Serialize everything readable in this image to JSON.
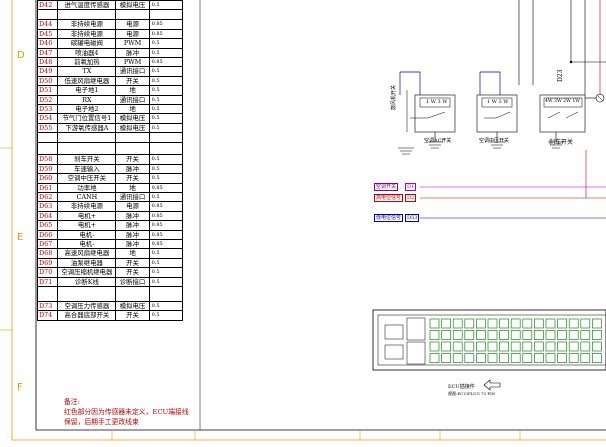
{
  "table": {
    "rows": [
      {
        "id": "D42",
        "name": "进气温度传感器",
        "type": "模拟电压",
        "val": "0.5"
      },
      {
        "spacer": true,
        "cls": "sp"
      },
      {
        "id": "D44",
        "name": "非持续电源",
        "type": "电源",
        "val": "0.85"
      },
      {
        "id": "D45",
        "name": "非持续电源",
        "type": "电源",
        "val": "0.85"
      },
      {
        "id": "D46",
        "name": "碳罐电磁阀",
        "type": "PWM",
        "val": "0.5"
      },
      {
        "id": "D47",
        "name": "喷油器4",
        "type": "脉冲",
        "val": "0.5"
      },
      {
        "id": "D48",
        "name": "前氧加热",
        "type": "PWM",
        "val": "0.85"
      },
      {
        "id": "D49",
        "name": "TX",
        "type": "通讯接口",
        "val": "0.5"
      },
      {
        "id": "D50",
        "name": "低速风扇继电器",
        "type": "开关",
        "val": "0.5"
      },
      {
        "id": "D51",
        "name": "电子地1",
        "type": "地",
        "val": "0.5"
      },
      {
        "id": "D52",
        "name": "RX",
        "type": "通讯接口",
        "val": "0.5"
      },
      {
        "id": "D53",
        "name": "电子地2",
        "type": "地",
        "val": "0.5"
      },
      {
        "id": "D54",
        "name": "节气门位置信号1",
        "type": "模拟电压",
        "val": "0.5"
      },
      {
        "id": "D55",
        "name": "下游氧传感器A",
        "type": "模拟电压",
        "val": "0.5"
      },
      {
        "spacer": true,
        "cls": "sp"
      },
      {
        "spacer": true,
        "cls": "sp2"
      },
      {
        "id": "D58",
        "name": "刹车开关",
        "type": "开关",
        "val": "0.5"
      },
      {
        "id": "D59",
        "name": "车速输入",
        "type": "脉冲",
        "val": "0.5"
      },
      {
        "id": "D60",
        "name": "空调中压开关",
        "type": "开关",
        "val": "0.5"
      },
      {
        "id": "D61",
        "name": "功率地",
        "type": "地",
        "val": "0.85"
      },
      {
        "id": "D62",
        "name": "CANH",
        "type": "通讯接口",
        "val": "0.5"
      },
      {
        "id": "D63",
        "name": "非持续电源",
        "type": "电源",
        "val": "0.85"
      },
      {
        "id": "D64",
        "name": "电机+",
        "type": "脉冲",
        "val": "0.85"
      },
      {
        "id": "D65",
        "name": "电机+",
        "type": "脉冲",
        "val": "0.85"
      },
      {
        "id": "D66",
        "name": "电机-",
        "type": "脉冲",
        "val": "0.85"
      },
      {
        "id": "D67",
        "name": "电机-",
        "type": "脉冲",
        "val": "0.85"
      },
      {
        "id": "D68",
        "name": "高速风扇继电器",
        "type": "地",
        "val": "0.5"
      },
      {
        "id": "D69",
        "name": "油泵继电器",
        "type": "开关",
        "val": "0.5"
      },
      {
        "id": "D70",
        "name": "空调压缩机继电器",
        "type": "开关",
        "val": "0.5"
      },
      {
        "id": "D71",
        "name": "诊断K线",
        "type": "诊断接口",
        "val": "0.5"
      },
      {
        "spacer": true,
        "cls": "sp3"
      },
      {
        "id": "D73",
        "name": "空调压力传感器",
        "type": "模拟电压",
        "val": "0.5"
      },
      {
        "id": "D74",
        "name": "高合器底部开关",
        "type": "开关",
        "val": "0.5"
      }
    ]
  },
  "notes": {
    "title": "备注:",
    "body": "红色部分因为传感器未定义，ECU端接线保留，后期手工更改线束"
  },
  "zones": {
    "d": "D",
    "e": "E",
    "f": "F"
  },
  "diagram": {
    "switches": [
      {
        "label": "空调AC开关",
        "pins": "1 W 3 W"
      },
      {
        "label": "空调中压开关",
        "pins": "1 W 3 W"
      },
      {
        "label": "刹车开关",
        "pins": "4W 3W  2W 1W"
      }
    ],
    "side_label": "鼓风机开关",
    "conn_label": "D23",
    "signals": [
      {
        "text": "空调开关",
        "tag": "D1"
      },
      {
        "text": "高电位信号",
        "tag": "D2"
      },
      {
        "text": "低电位信号",
        "tag": "D53"
      }
    ],
    "ecu_caption": "ECU插接件",
    "ecu_sub": "视图:ECU/PLUG 73 PIN"
  },
  "colors": {
    "red": "#c40000",
    "purple": "#b000c0",
    "blue": "#0000c0",
    "zone": "#e0a000"
  }
}
